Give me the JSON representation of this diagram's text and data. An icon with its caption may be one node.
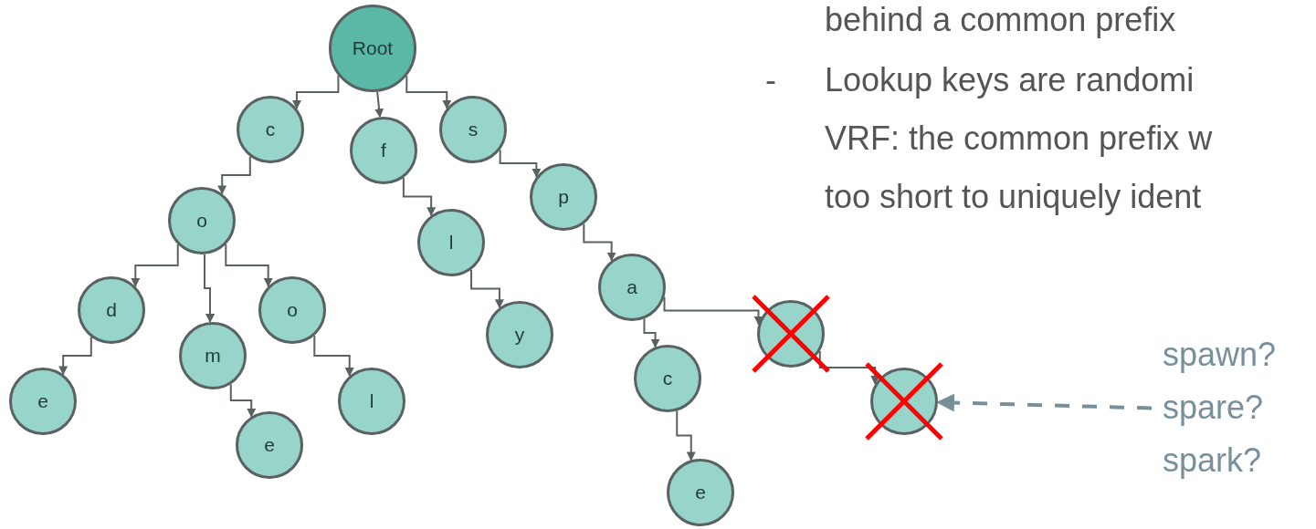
{
  "diagram": {
    "nodes": [
      {
        "text": [
          "Root"
        ]
      },
      {
        "text": [
          "c"
        ]
      },
      {
        "text": [
          "f"
        ]
      },
      {
        "text": [
          "s"
        ]
      },
      {
        "text": [
          "o"
        ]
      },
      {
        "text": [
          "p"
        ]
      },
      {
        "text": [
          "l"
        ]
      },
      {
        "text": [
          "d"
        ]
      },
      {
        "text": [
          "m"
        ]
      },
      {
        "text": [
          "o"
        ]
      },
      {
        "text": [
          "a"
        ]
      },
      {
        "text": [
          "y"
        ]
      },
      {
        "text": [],
        "shape": "circle"
      },
      {
        "text": [
          "e"
        ]
      },
      {
        "text": [
          "e"
        ]
      },
      {
        "text": [
          "l"
        ]
      },
      {
        "text": [
          "c"
        ]
      },
      {
        "text": [],
        "shape": "circle"
      },
      {
        "text": [
          "e"
        ]
      },
      {
        "text": [
          "spawn?",
          "spare?",
          "spark?"
        ]
      }
    ],
    "edges": [
      {
        "from": 0,
        "to": 1,
        "arrow": "to"
      },
      {
        "from": 0,
        "to": 2,
        "arrow": "to"
      },
      {
        "from": 0,
        "to": 3,
        "arrow": "to"
      },
      {
        "from": 1,
        "to": 4,
        "arrow": "to"
      },
      {
        "from": 2,
        "to": 6,
        "arrow": "to"
      },
      {
        "from": 3,
        "to": 5,
        "arrow": "to"
      },
      {
        "from": 4,
        "to": 7,
        "arrow": "to"
      },
      {
        "from": 4,
        "to": 8,
        "arrow": "to"
      },
      {
        "from": 4,
        "to": 9,
        "arrow": "to"
      },
      {
        "from": 5,
        "to": 10,
        "arrow": "to"
      },
      {
        "from": 6,
        "to": 11,
        "arrow": "to"
      },
      {
        "from": 7,
        "to": 13,
        "arrow": "to"
      },
      {
        "from": 8,
        "to": 14,
        "arrow": "to"
      },
      {
        "from": 9,
        "to": 15,
        "arrow": "to"
      },
      {
        "from": 10,
        "to": 16,
        "arrow": "to"
      },
      {
        "from": 10,
        "to": 12,
        "arrow": "to"
      },
      {
        "from": 16,
        "to": 18,
        "arrow": "to"
      },
      {
        "from": 12,
        "to": 17,
        "arrow": "to"
      },
      {
        "from": 19,
        "to": 17,
        "arrow": "to",
        "style": "dashed",
        "color": "#778f99"
      }
    ],
    "labels": [
      "behind a common prefix",
      "-",
      "Lookup keys are randomi",
      "VRF: the common prefix w",
      "too short to uniquely ident"
    ]
  }
}
